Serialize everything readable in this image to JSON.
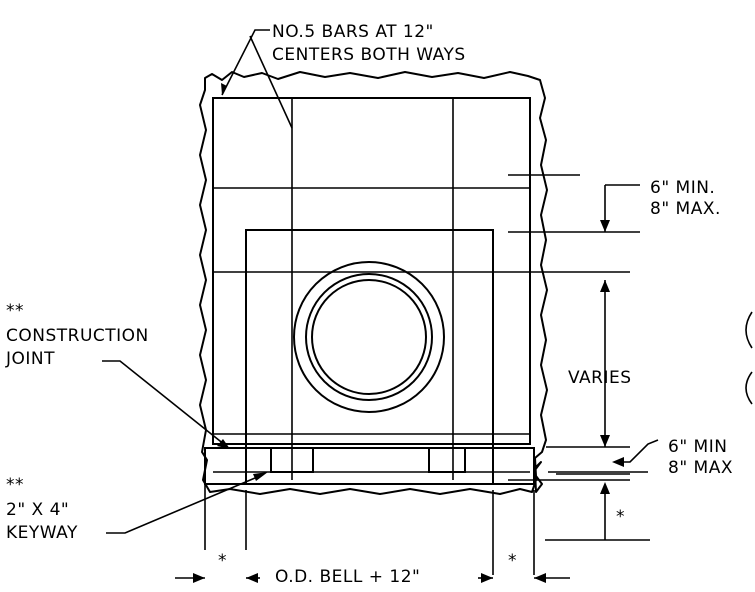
{
  "labels": {
    "bars_line1": "NO.5 BARS AT 12\"",
    "bars_line2": "CENTERS BOTH WAYS",
    "top_min": "6\" MIN.",
    "top_max": "8\" MAX.",
    "varies": "VARIES",
    "joint_marker": "**",
    "joint_line1": "CONSTRUCTION",
    "joint_line2": "JOINT",
    "keyway_marker": "**",
    "keyway_line1": "2\" X 4\"",
    "keyway_line2": "KEYWAY",
    "bottom_min": "6\" MIN",
    "bottom_max": "8\" MAX",
    "right_star": "*",
    "left_dim_star": "*",
    "bell_dim": "O.D. BELL + 12\"",
    "right_dim_star": "*"
  }
}
